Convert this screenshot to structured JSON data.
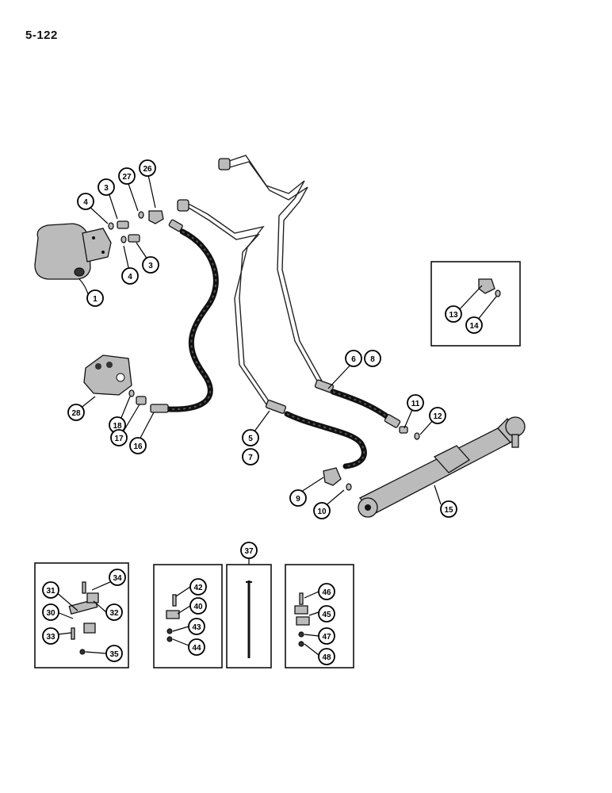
{
  "page": {
    "number": "5-122"
  },
  "callouts": [
    {
      "key": "c1",
      "label": "1"
    },
    {
      "key": "c3a",
      "label": "3"
    },
    {
      "key": "c3b",
      "label": "3"
    },
    {
      "key": "c4a",
      "label": "4"
    },
    {
      "key": "c4b",
      "label": "4"
    },
    {
      "key": "c27",
      "label": "27"
    },
    {
      "key": "c26",
      "label": "26"
    },
    {
      "key": "c28",
      "label": "28"
    },
    {
      "key": "c18",
      "label": "18"
    },
    {
      "key": "c17",
      "label": "17"
    },
    {
      "key": "c16",
      "label": "16"
    },
    {
      "key": "c5",
      "label": "5"
    },
    {
      "key": "c7",
      "label": "7"
    },
    {
      "key": "c6",
      "label": "6"
    },
    {
      "key": "c8",
      "label": "8"
    },
    {
      "key": "c11",
      "label": "11"
    },
    {
      "key": "c12",
      "label": "12"
    },
    {
      "key": "c9",
      "label": "9"
    },
    {
      "key": "c10",
      "label": "10"
    },
    {
      "key": "c15",
      "label": "15"
    },
    {
      "key": "c13",
      "label": "13"
    },
    {
      "key": "c14",
      "label": "14"
    },
    {
      "key": "c37",
      "label": "37"
    },
    {
      "key": "c34",
      "label": "34"
    },
    {
      "key": "c31",
      "label": "31"
    },
    {
      "key": "c32",
      "label": "32"
    },
    {
      "key": "c30",
      "label": "30"
    },
    {
      "key": "c33",
      "label": "33"
    },
    {
      "key": "c35",
      "label": "35"
    },
    {
      "key": "c42",
      "label": "42"
    },
    {
      "key": "c40",
      "label": "40"
    },
    {
      "key": "c43",
      "label": "43"
    },
    {
      "key": "c44",
      "label": "44"
    },
    {
      "key": "c46",
      "label": "46"
    },
    {
      "key": "c45",
      "label": "45"
    },
    {
      "key": "c47",
      "label": "47"
    },
    {
      "key": "c48",
      "label": "48"
    }
  ]
}
